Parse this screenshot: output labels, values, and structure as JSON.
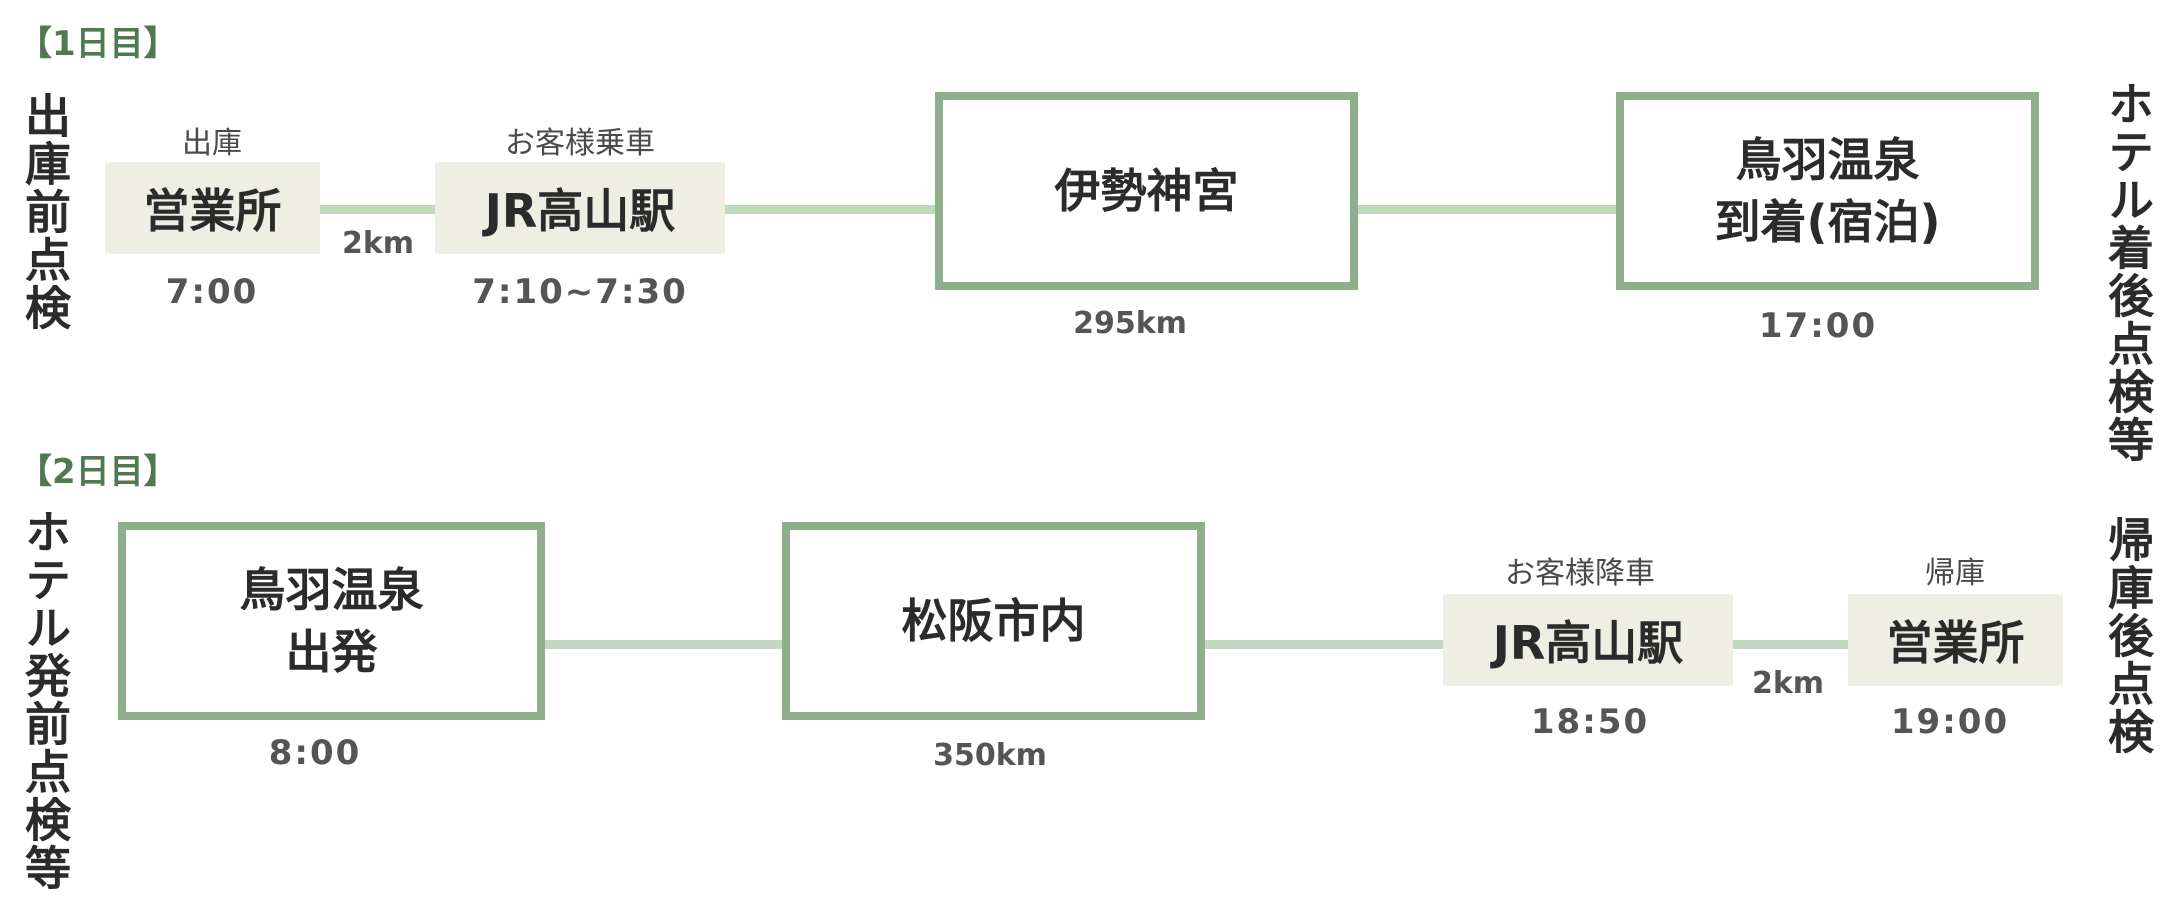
{
  "day1": {
    "label": "【1日目】",
    "left_side": "出庫前点検",
    "right_side": "ホテル着後点検等",
    "depot": {
      "caption": "出庫",
      "name": "営業所",
      "time": "7:00"
    },
    "dist1": "2km",
    "pickup": {
      "caption": "お客様乗車",
      "name": "JR高山駅",
      "time": "7:10~7:30"
    },
    "stop": {
      "name": "伊勢神宮"
    },
    "dist2": "295km",
    "hotel": {
      "line1": "鳥羽温泉",
      "line2": "到着(宿泊)",
      "time": "17:00"
    }
  },
  "day2": {
    "label": "【2日目】",
    "left_side": "ホテル発前点検等",
    "right_side": "帰庫後点検",
    "hotel": {
      "line1": "鳥羽温泉",
      "line2": "出発",
      "time": "8:00"
    },
    "stop": {
      "name": "松阪市内"
    },
    "dist1": "350km",
    "dropoff": {
      "caption": "お客様降車",
      "name": "JR高山駅",
      "time": "18:50"
    },
    "dist2": "2km",
    "depot": {
      "caption": "帰庫",
      "name": "営業所",
      "time": "19:00"
    }
  },
  "colors": {
    "accent_green": "#4f7a4f",
    "box_border": "#8fae8c",
    "connector": "#c2d9c1",
    "filled_box": "#eeeee3"
  }
}
